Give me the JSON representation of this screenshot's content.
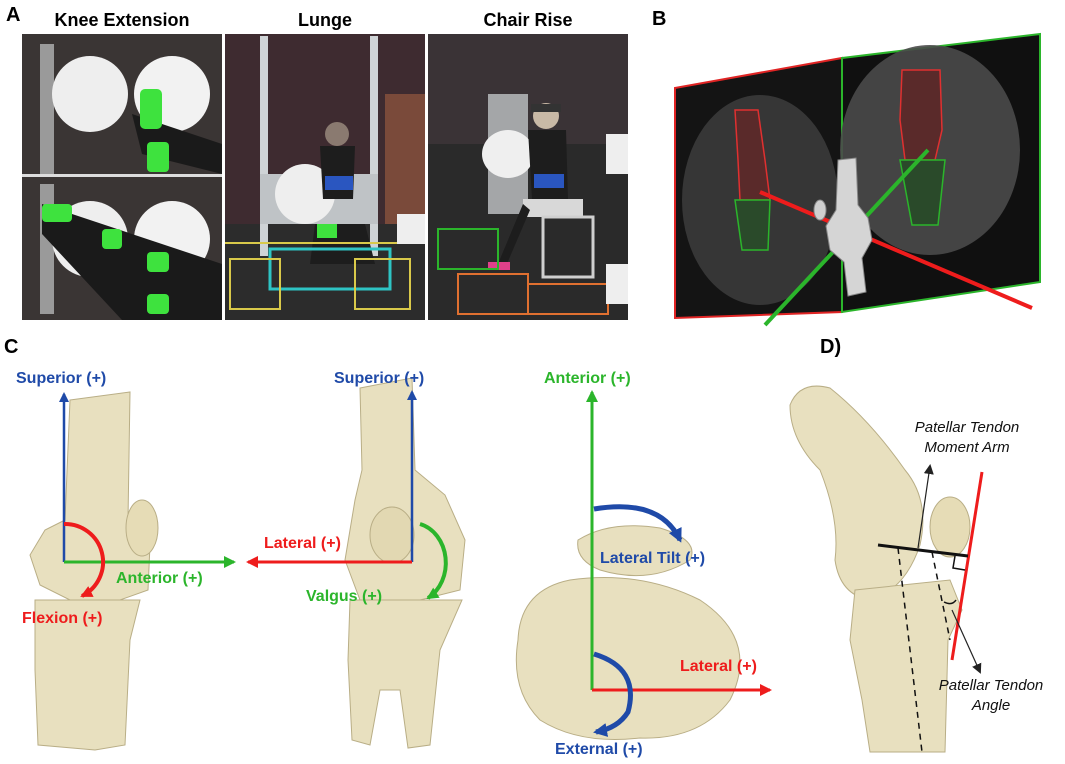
{
  "panels": {
    "a": {
      "letter": "A",
      "titles": [
        "Knee Extension",
        "Lunge",
        "Chair Rise"
      ]
    },
    "b": {
      "letter": "B"
    },
    "c": {
      "letter": "C",
      "left": {
        "superior": "Superior (+)",
        "anterior": "Anterior (+)",
        "flexion": "Flexion (+)"
      },
      "middle": {
        "superior": "Superior (+)",
        "lateral": "Lateral (+)",
        "valgus": "Valgus (+)"
      },
      "right": {
        "anterior": "Anterior (+)",
        "lateral_tilt": "Lateral Tilt (+)",
        "lateral": "Lateral (+)",
        "external": "External (+)"
      }
    },
    "d": {
      "letter": "D)",
      "moment_arm": [
        "Patellar Tendon",
        "Moment Arm"
      ],
      "tendon_angle": [
        "Patellar Tendon",
        "Angle"
      ]
    }
  },
  "colors": {
    "superior": "#1f4aa8",
    "anterior": "#2bb52b",
    "lateral": "#ee1c1c",
    "bone": "#e8e0bf",
    "bone_shade": "#b9ae86"
  }
}
